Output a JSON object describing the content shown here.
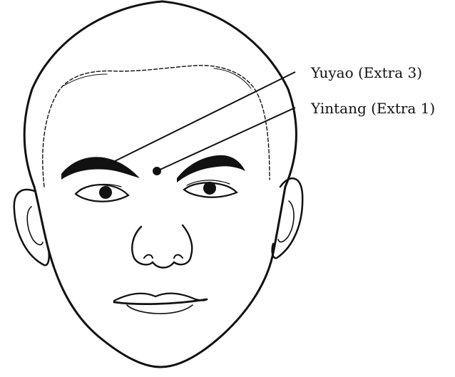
{
  "figure": {
    "subject": "face-acupoint-illustration",
    "ink_color": "#111111",
    "background_color": "#ffffff"
  },
  "points": [
    {
      "id": "yuyao",
      "label": "Yuyao (Extra 3)",
      "location": "midpoint of eyebrow"
    },
    {
      "id": "yintang",
      "label": "Yintang (Extra 1)",
      "location": "between eyebrows"
    }
  ]
}
